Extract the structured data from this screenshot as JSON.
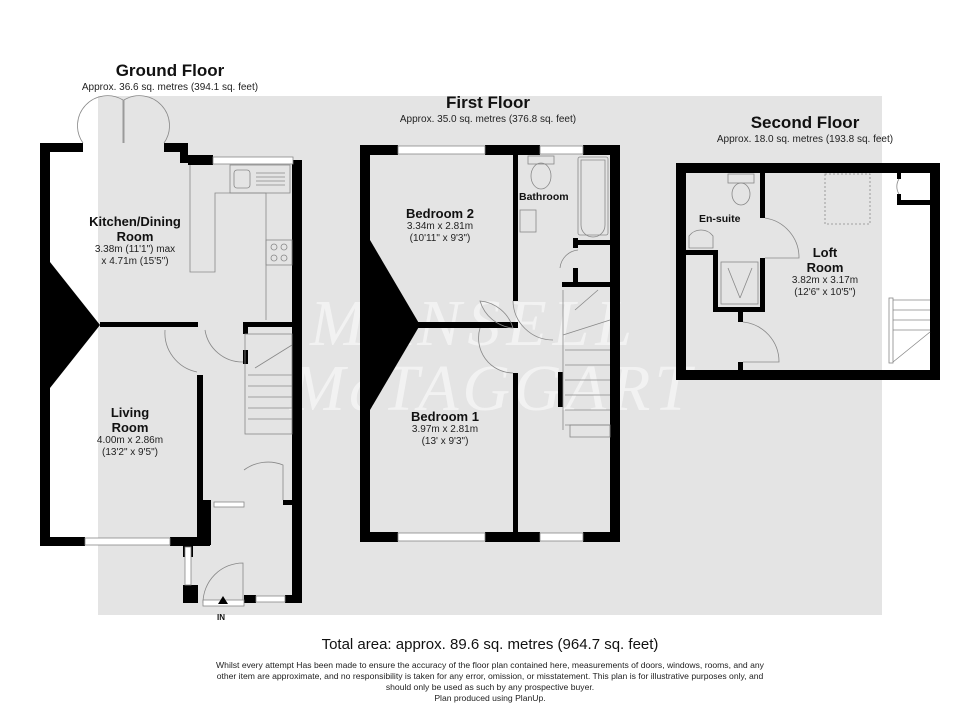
{
  "watermark": {
    "line1": "MANSELL",
    "line2": "McTAGGART"
  },
  "floors": [
    {
      "title": "Ground Floor",
      "area": "Approx. 36.6 sq. metres (394.1 sq. feet)",
      "rooms": [
        {
          "name_line1": "Kitchen/Dining",
          "name_line2": "Room",
          "dim_line1": "3.38m (11'1\") max",
          "dim_line2": "x 4.71m (15'5\")"
        },
        {
          "name_line1": "Living",
          "name_line2": "Room",
          "dim_line1": "4.00m x 2.86m",
          "dim_line2": "(13'2\" x 9'5\")"
        }
      ],
      "entrance_label": "IN"
    },
    {
      "title": "First Floor",
      "area": "Approx. 35.0 sq. metres (376.8 sq. feet)",
      "rooms": [
        {
          "name": "Bedroom 2",
          "dim_line1": "3.34m x 2.81m",
          "dim_line2": "(10'11\" x 9'3\")"
        },
        {
          "name": "Bathroom"
        },
        {
          "name": "Bedroom 1",
          "dim_line1": "3.97m x 2.81m",
          "dim_line2": "(13' x 9'3\")"
        }
      ]
    },
    {
      "title": "Second Floor",
      "area": "Approx. 18.0 sq. metres (193.8 sq. feet)",
      "rooms": [
        {
          "name": "En-suite"
        },
        {
          "name_line1": "Loft",
          "name_line2": "Room",
          "dim_line1": "3.82m x 3.17m",
          "dim_line2": "(12'6\" x 10'5\")"
        }
      ]
    }
  ],
  "footer": {
    "total_area": "Total area: approx. 89.6 sq. metres (964.7 sq. feet)",
    "disclaimer_line1": "Whilst every attempt Has been made to ensure the accuracy of the floor plan contained here, measurements of doors, windows, rooms, and any",
    "disclaimer_line2": "other item are approximate, and no responsibility is taken for any error, omission, or misstatement. This plan is for illustrative purposes only, and",
    "disclaimer_line3": "should only be used as such by any prospective buyer.",
    "credit": "Plan produced using PlanUp."
  },
  "colors": {
    "wall": "#000000",
    "floor_fill": "#e6e6e6",
    "background": "#ffffff",
    "fixture_line": "#888888"
  }
}
